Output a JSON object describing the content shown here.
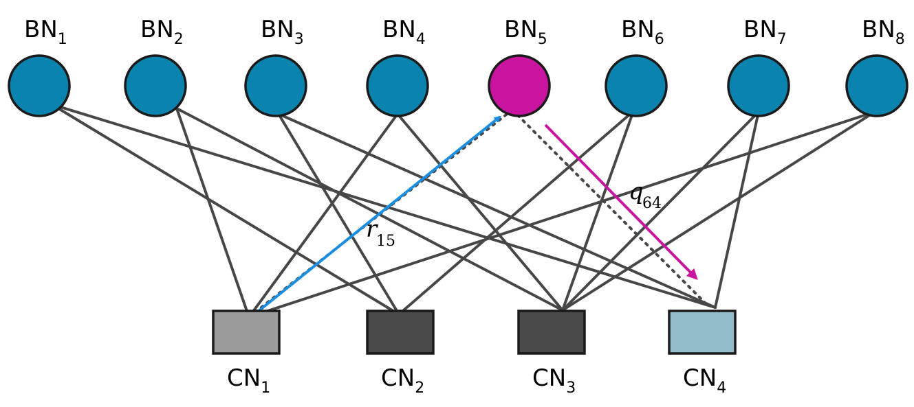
{
  "bit_nodes": [
    {
      "base": "BN",
      "sub": "1",
      "color": "#0a84ae"
    },
    {
      "base": "BN",
      "sub": "2",
      "color": "#0a84ae"
    },
    {
      "base": "BN",
      "sub": "3",
      "color": "#0a84ae"
    },
    {
      "base": "BN",
      "sub": "4",
      "color": "#0a84ae"
    },
    {
      "base": "BN",
      "sub": "5",
      "color": "#c8149e"
    },
    {
      "base": "BN",
      "sub": "6",
      "color": "#0a84ae"
    },
    {
      "base": "BN",
      "sub": "7",
      "color": "#0a84ae"
    },
    {
      "base": "BN",
      "sub": "8",
      "color": "#0a84ae"
    }
  ],
  "check_nodes": [
    {
      "base": "CN",
      "sub": "1",
      "color": "#9b9b9b"
    },
    {
      "base": "CN",
      "sub": "2",
      "color": "#4a4a4a"
    },
    {
      "base": "CN",
      "sub": "3",
      "color": "#4a4a4a"
    },
    {
      "base": "CN",
      "sub": "4",
      "color": "#93bccb"
    }
  ],
  "edges": [
    {
      "bn": 1,
      "cn": 2
    },
    {
      "bn": 1,
      "cn": 4
    },
    {
      "bn": 2,
      "cn": 1
    },
    {
      "bn": 2,
      "cn": 3
    },
    {
      "bn": 3,
      "cn": 2
    },
    {
      "bn": 3,
      "cn": 4
    },
    {
      "bn": 4,
      "cn": 1
    },
    {
      "bn": 4,
      "cn": 3
    },
    {
      "bn": 6,
      "cn": 2
    },
    {
      "bn": 6,
      "cn": 3
    },
    {
      "bn": 7,
      "cn": 3
    },
    {
      "bn": 7,
      "cn": 4
    },
    {
      "bn": 8,
      "cn": 1
    },
    {
      "bn": 8,
      "cn": 3
    }
  ],
  "dotted_edges": [
    {
      "bn": 5,
      "cn": 1
    },
    {
      "bn": 5,
      "cn": 4
    }
  ],
  "messages": [
    {
      "var": "r",
      "sub": "15",
      "from": "CN1",
      "to": "BN5",
      "color": "#1a8ee0"
    },
    {
      "var": "q",
      "sub": "64",
      "from": "BN5",
      "to": "CN4",
      "color": "#c8149e"
    }
  ],
  "colors": {
    "edge": "#474747",
    "stroke": "#1a1a1a"
  }
}
